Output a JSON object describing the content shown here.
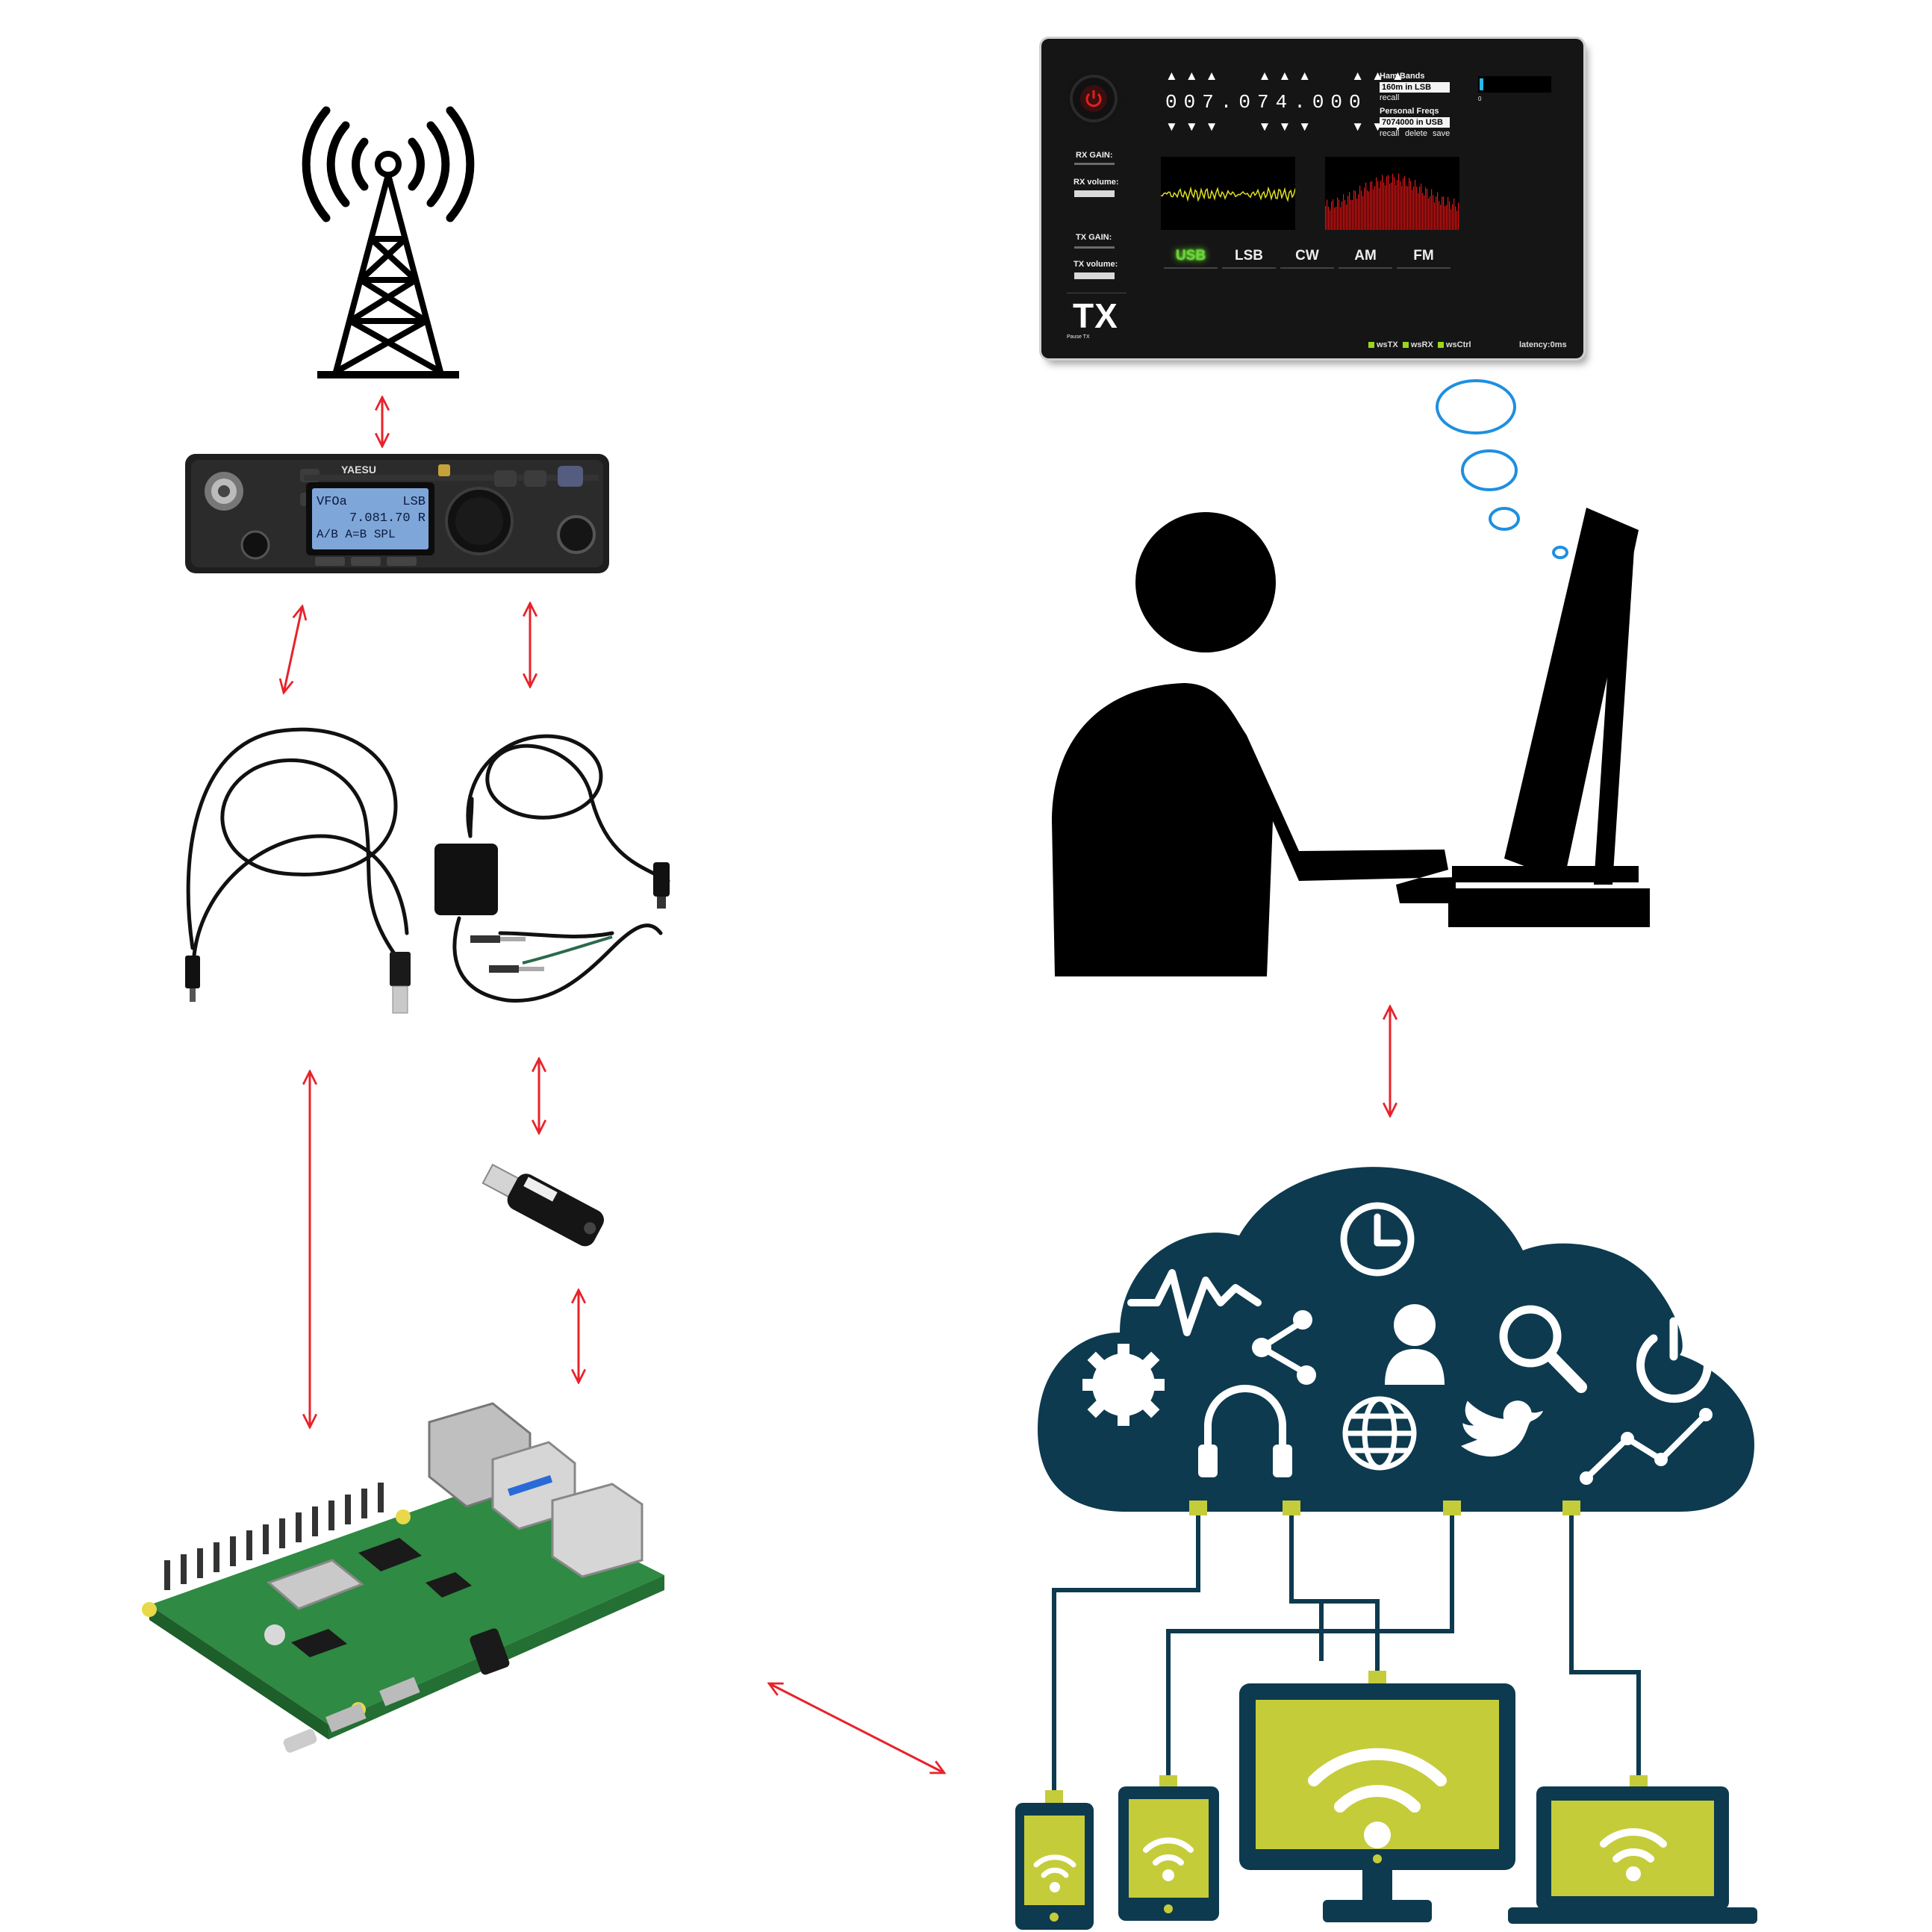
{
  "radio": {
    "brand": "YAESU",
    "lcd_line1_left": "VFOa",
    "lcd_line1_right": "LSB",
    "lcd_line2": "7.081.70 R",
    "lcd_line3": "A/B A=B SPL"
  },
  "web_ui": {
    "frequency": "007.074.000",
    "ham_bands_label": "Ham Bands",
    "ham_bands_value": "160m in LSB",
    "recall_label": "recall",
    "personal_freqs_label": "Personal Freqs",
    "personal_freqs_value": "7074000 in USB",
    "recall_btn": "recall",
    "delete_btn": "delete",
    "save_btn": "save",
    "rx_gain_label": "RX GAIN:",
    "rx_volume_label": "RX volume:",
    "tx_gain_label": "TX GAIN:",
    "tx_volume_label": "TX volume:",
    "tx_big": "TX",
    "tx_small": "Pause TX",
    "modes": [
      "USB",
      "LSB",
      "CW",
      "AM",
      "FM"
    ],
    "active_mode": "USB",
    "ws_tx": "wsTX",
    "ws_rx": "wsRX",
    "ws_ctrl": "wsCtrl",
    "latency": "latency:0ms",
    "meter_value": "0"
  },
  "colors": {
    "arrow": "#e8222a",
    "cloud": "#0d3a4f",
    "device_screen": "#c5cc3a",
    "pcb": "#3a9a4e",
    "ui_bg": "#151515",
    "active_mode": "#6bd43a",
    "rx_trace": "#e0e020",
    "fft_bars": "#e01515"
  },
  "icons": [
    "radio-tower-icon",
    "person-at-computer-icon",
    "thought-bubble-icon",
    "cloud-icon",
    "gear-icon",
    "pulse-icon",
    "share-icon",
    "clock-icon",
    "user-icon",
    "search-icon",
    "power-icon",
    "headphones-icon",
    "globe-icon",
    "bird-icon",
    "trend-line-icon",
    "wifi-icon"
  ]
}
